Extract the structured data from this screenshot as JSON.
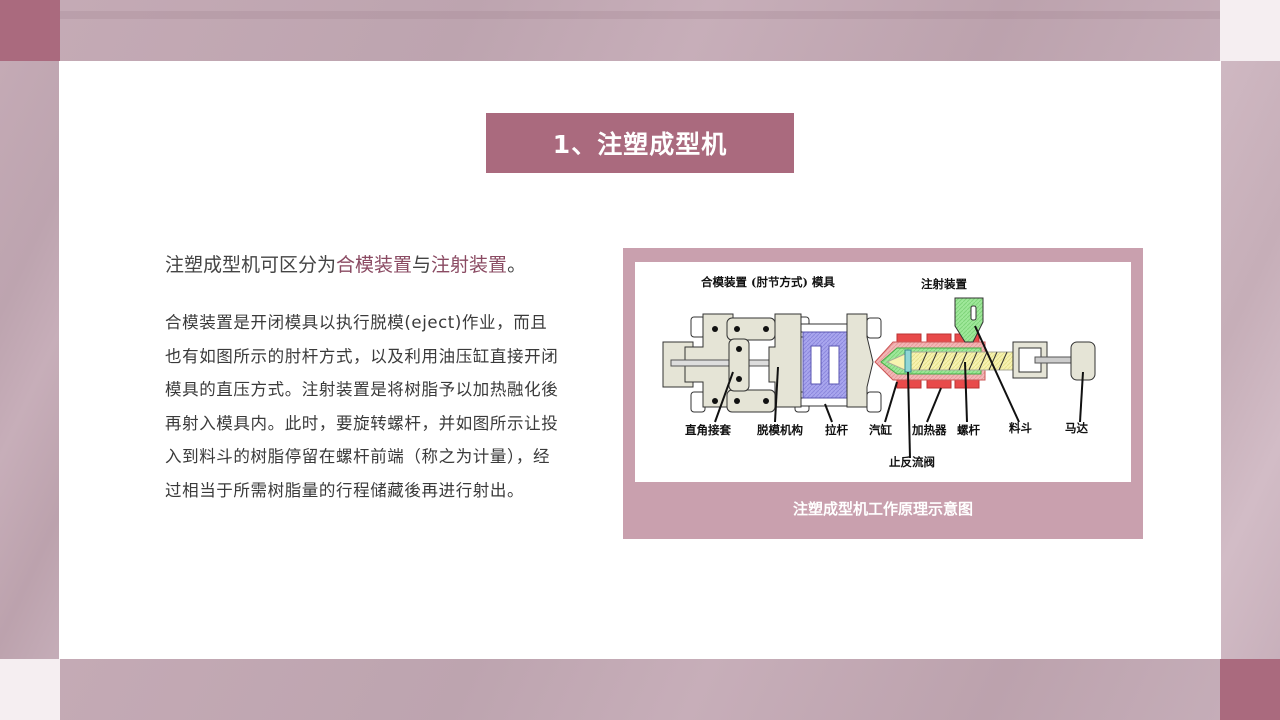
{
  "slide": {
    "title": "1、注塑成型机",
    "lead": {
      "prefix": "注塑成型机可区分为",
      "highlight1": "合模装置",
      "connector": "与",
      "highlight2": "注射装置",
      "suffix": "。"
    },
    "body": "合模装置是开闭模具以执行脱模(eject)作业，而且也有如图所示的肘杆方式，以及利用油压缸直接开闭模具的直压方式。注射装置是将树脂予以加热融化後再射入模具内。此时，要旋转螺杆，并如图所示让投入到料斗的树脂停留在螺杆前端（称之为计量），经过相当于所需树脂量的行程储藏後再进行射出。",
    "figure": {
      "caption": "注塑成型机工作原理示意图",
      "labels": {
        "clamp_title": "合模装置 (肘节方式) 模具",
        "inject_title": "注射装置",
        "right_angle": "直角接套",
        "ejector": "脱模机构",
        "tie_bar": "拉杆",
        "cylinder": "汽缸",
        "heater": "加热器",
        "screw": "螺杆",
        "hopper": "料斗",
        "motor": "马达",
        "check_valve": "止反流阀"
      }
    }
  },
  "colors": {
    "accent": "#aa6a7e",
    "highlight_text": "#8a4a62",
    "figure_frame": "#c9a0ae",
    "background_texture": "#c2a8b3"
  }
}
